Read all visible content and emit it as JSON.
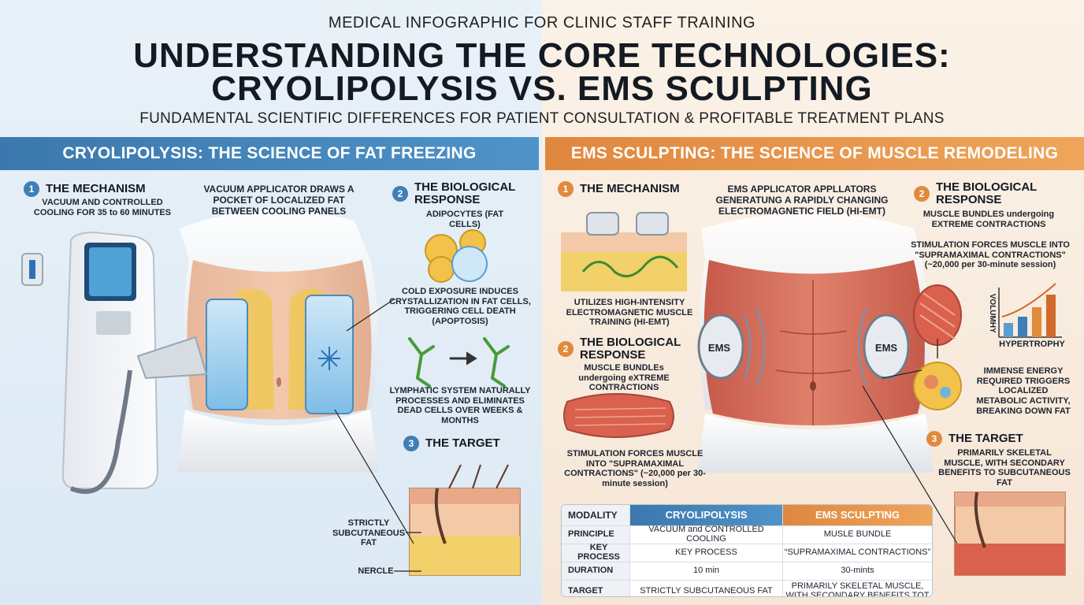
{
  "header": {
    "eyebrow": "MEDICAL INFOGRAPHIC FOR CLINIC STAFF TRAINING",
    "title_line1": "UNDERSTANDING THE CORE TECHNOLOGIES:",
    "title_line2": "CRYOLIPOLYSIS VS. EMS SCULPTING",
    "subtitle": "FUNDAMENTAL SCIENTIFIC DIFFERENCES FOR PATIENT CONSULTATION & PROFITABLE TREATMENT PLANS"
  },
  "colors": {
    "cryo_accent": "#3f7fb5",
    "ems_accent": "#e08a3c"
  },
  "cryo": {
    "band": "CRYOLIPOLYSIS: THE SCIENCE OF FAT FREEZING",
    "step1": {
      "num": "1",
      "title": "THE MECHANISM",
      "desc": "VACUUM AND CONTROLLED COOLING FOR 35 to 60 MINUTES"
    },
    "applicator_note": "VACUUM APPLICATOR DRAWS A POCKET OF LOCALIZED FAT BETWEEN COOLING PANELS",
    "step2": {
      "num": "2",
      "title_a": "THE BIOLOGICAL",
      "title_b": "RESPONSE",
      "desc": "ADIPOCYTES (FAT CELLS)"
    },
    "crystallization": "COLD EXPOSURE INDUCES CRYSTALLIZATION IN FAT CELLS, TRIGGERING CELL DEATH (APOPTOSIS)",
    "lymphatic": "LYMPHATIC SYSTEM NATURALLY PROCESSES AND ELIMINATES DEAD CELLS OVER WEEKS & MONTHS",
    "step3": {
      "num": "3",
      "title": "THE TARGET"
    },
    "target_label": "STRICTLY SUBCUTANEOUS FAT",
    "nercle_label": "NERCLE"
  },
  "ems": {
    "band": "EMS SCULPTING: THE SCIENCE OF MUSCLE REMODELING",
    "step1": {
      "num": "1",
      "title": "THE MECHANISM"
    },
    "applicator_note": "EMS APPLICATOR APPLLATORS GENERATUNG A RAPIDLY CHANGING ELECTROMAGNETIC FIELD (HI-EMT)",
    "hi_emt_note": "UTILIZES HIGH-INTENSITY ELECTROMAGNETIC MUSCLE TRAINING (HI-EMT)",
    "step2_left": {
      "num": "2",
      "title_a": "THE BIOLOGICAL",
      "title_b": "RESPONSE",
      "desc": "MUSCLE BUNDLEs undergoing eXTREME CONTRACTIONS"
    },
    "stim_left": "STIMULATION FORCES MUSCLE INTO \"SUPRAMAXIMAL CONTRACTIONS\" (~20,000 per 30-minute session)",
    "step2_right": {
      "num": "2",
      "title_a": "THE BIOLOGICAL",
      "title_b": "RESPONSE",
      "desc": "MUSCLE BUNDLES undergoing EXTREME CONTRACTIONS"
    },
    "stim_right": "STIMULATION FORCES MUSCLE INTO \"SUPRAMAXIMAL CONTRACTIONS\" (~20,000 per 30-minute session)",
    "chart_ylabel": "VOLUMHY",
    "chart_xlabel": "HYPERTROPHY",
    "energy_note": "IMMENSE ENERGY REQUIRED TRIGGERS LOCALIZED METABOLIC ACTIVITY, BREAKING DOWN FAT",
    "step3": {
      "num": "3",
      "title": "THE TARGET"
    },
    "target_label": "PRIMARILY SKELETAL MUSCLE, WITH SECONDARY BENEFITS TO SUBCUTANEOUS FAT",
    "device_label": "EMS"
  },
  "table": {
    "headers": [
      "MODALITY",
      "CRYOLIPOLYSIS",
      "EMS SCULPTING"
    ],
    "rows": [
      [
        "PRINCIPLE",
        "VACUUM and CONTROLLED COOLING",
        "MUSLE BUNDLE"
      ],
      [
        "KEY PROCESS",
        "KEY PROCESS",
        "“SUPRAMAXIMAL CONTRACTIONS”"
      ],
      [
        "DURATION",
        "10 min",
        "30-mints"
      ],
      [
        "TARGET",
        "STRICTLY SUBCUTANEOUS FAT",
        "PRIMARILY SKELETAL MUSCLE, WITH SECONDARY BENEFITS TOT"
      ]
    ]
  }
}
